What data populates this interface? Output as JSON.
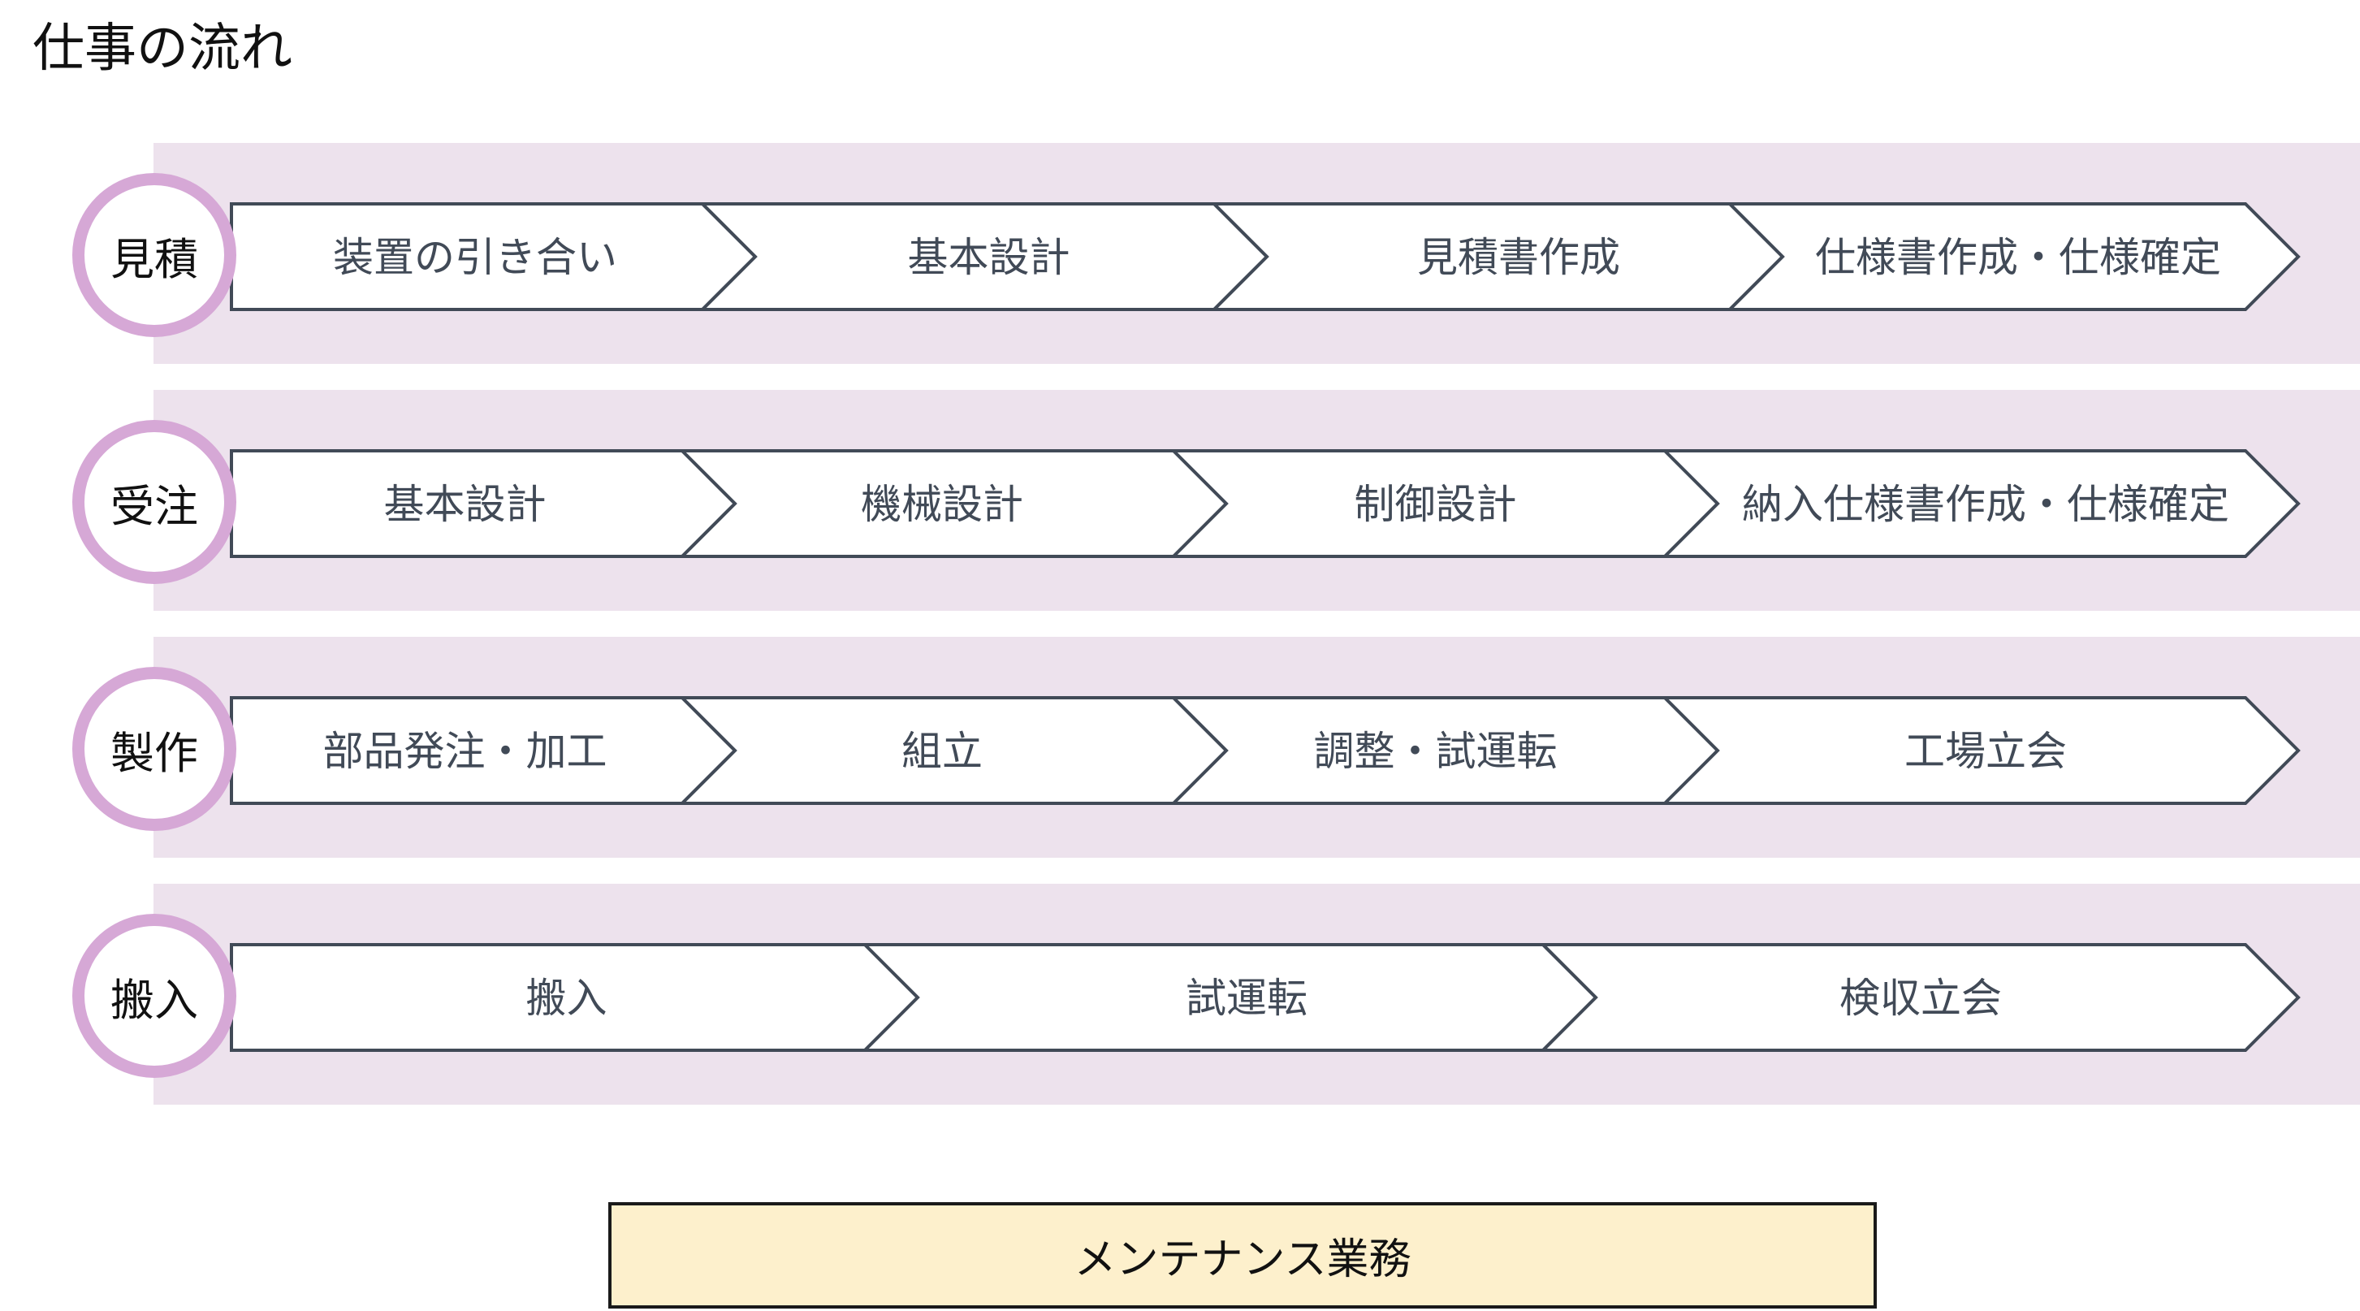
{
  "title": "仕事の流れ",
  "colors": {
    "band_fill": "#ede2ed",
    "phase_ring": "#d6a8d6",
    "arrow_stroke": "#414a57",
    "arrow_text": "#414a57",
    "maintenance_fill": "#fdf0cc",
    "maintenance_border": "#1a1a1a"
  },
  "rows": [
    {
      "phase": "見積",
      "steps": [
        "装置の引き合い",
        "基本設計",
        "見積書作成",
        "仕様書作成・仕様確定"
      ]
    },
    {
      "phase": "受注",
      "steps": [
        "基本設計",
        "機械設計",
        "制御設計",
        "納入仕様書作成・仕様確定"
      ]
    },
    {
      "phase": "製作",
      "steps": [
        "部品発注・加工",
        "組立",
        "調整・試運転",
        "工場立会"
      ]
    },
    {
      "phase": "搬入",
      "steps": [
        "搬入",
        "試運転",
        "検収立会"
      ]
    }
  ],
  "maintenance": {
    "label": "メンテナンス業務"
  }
}
